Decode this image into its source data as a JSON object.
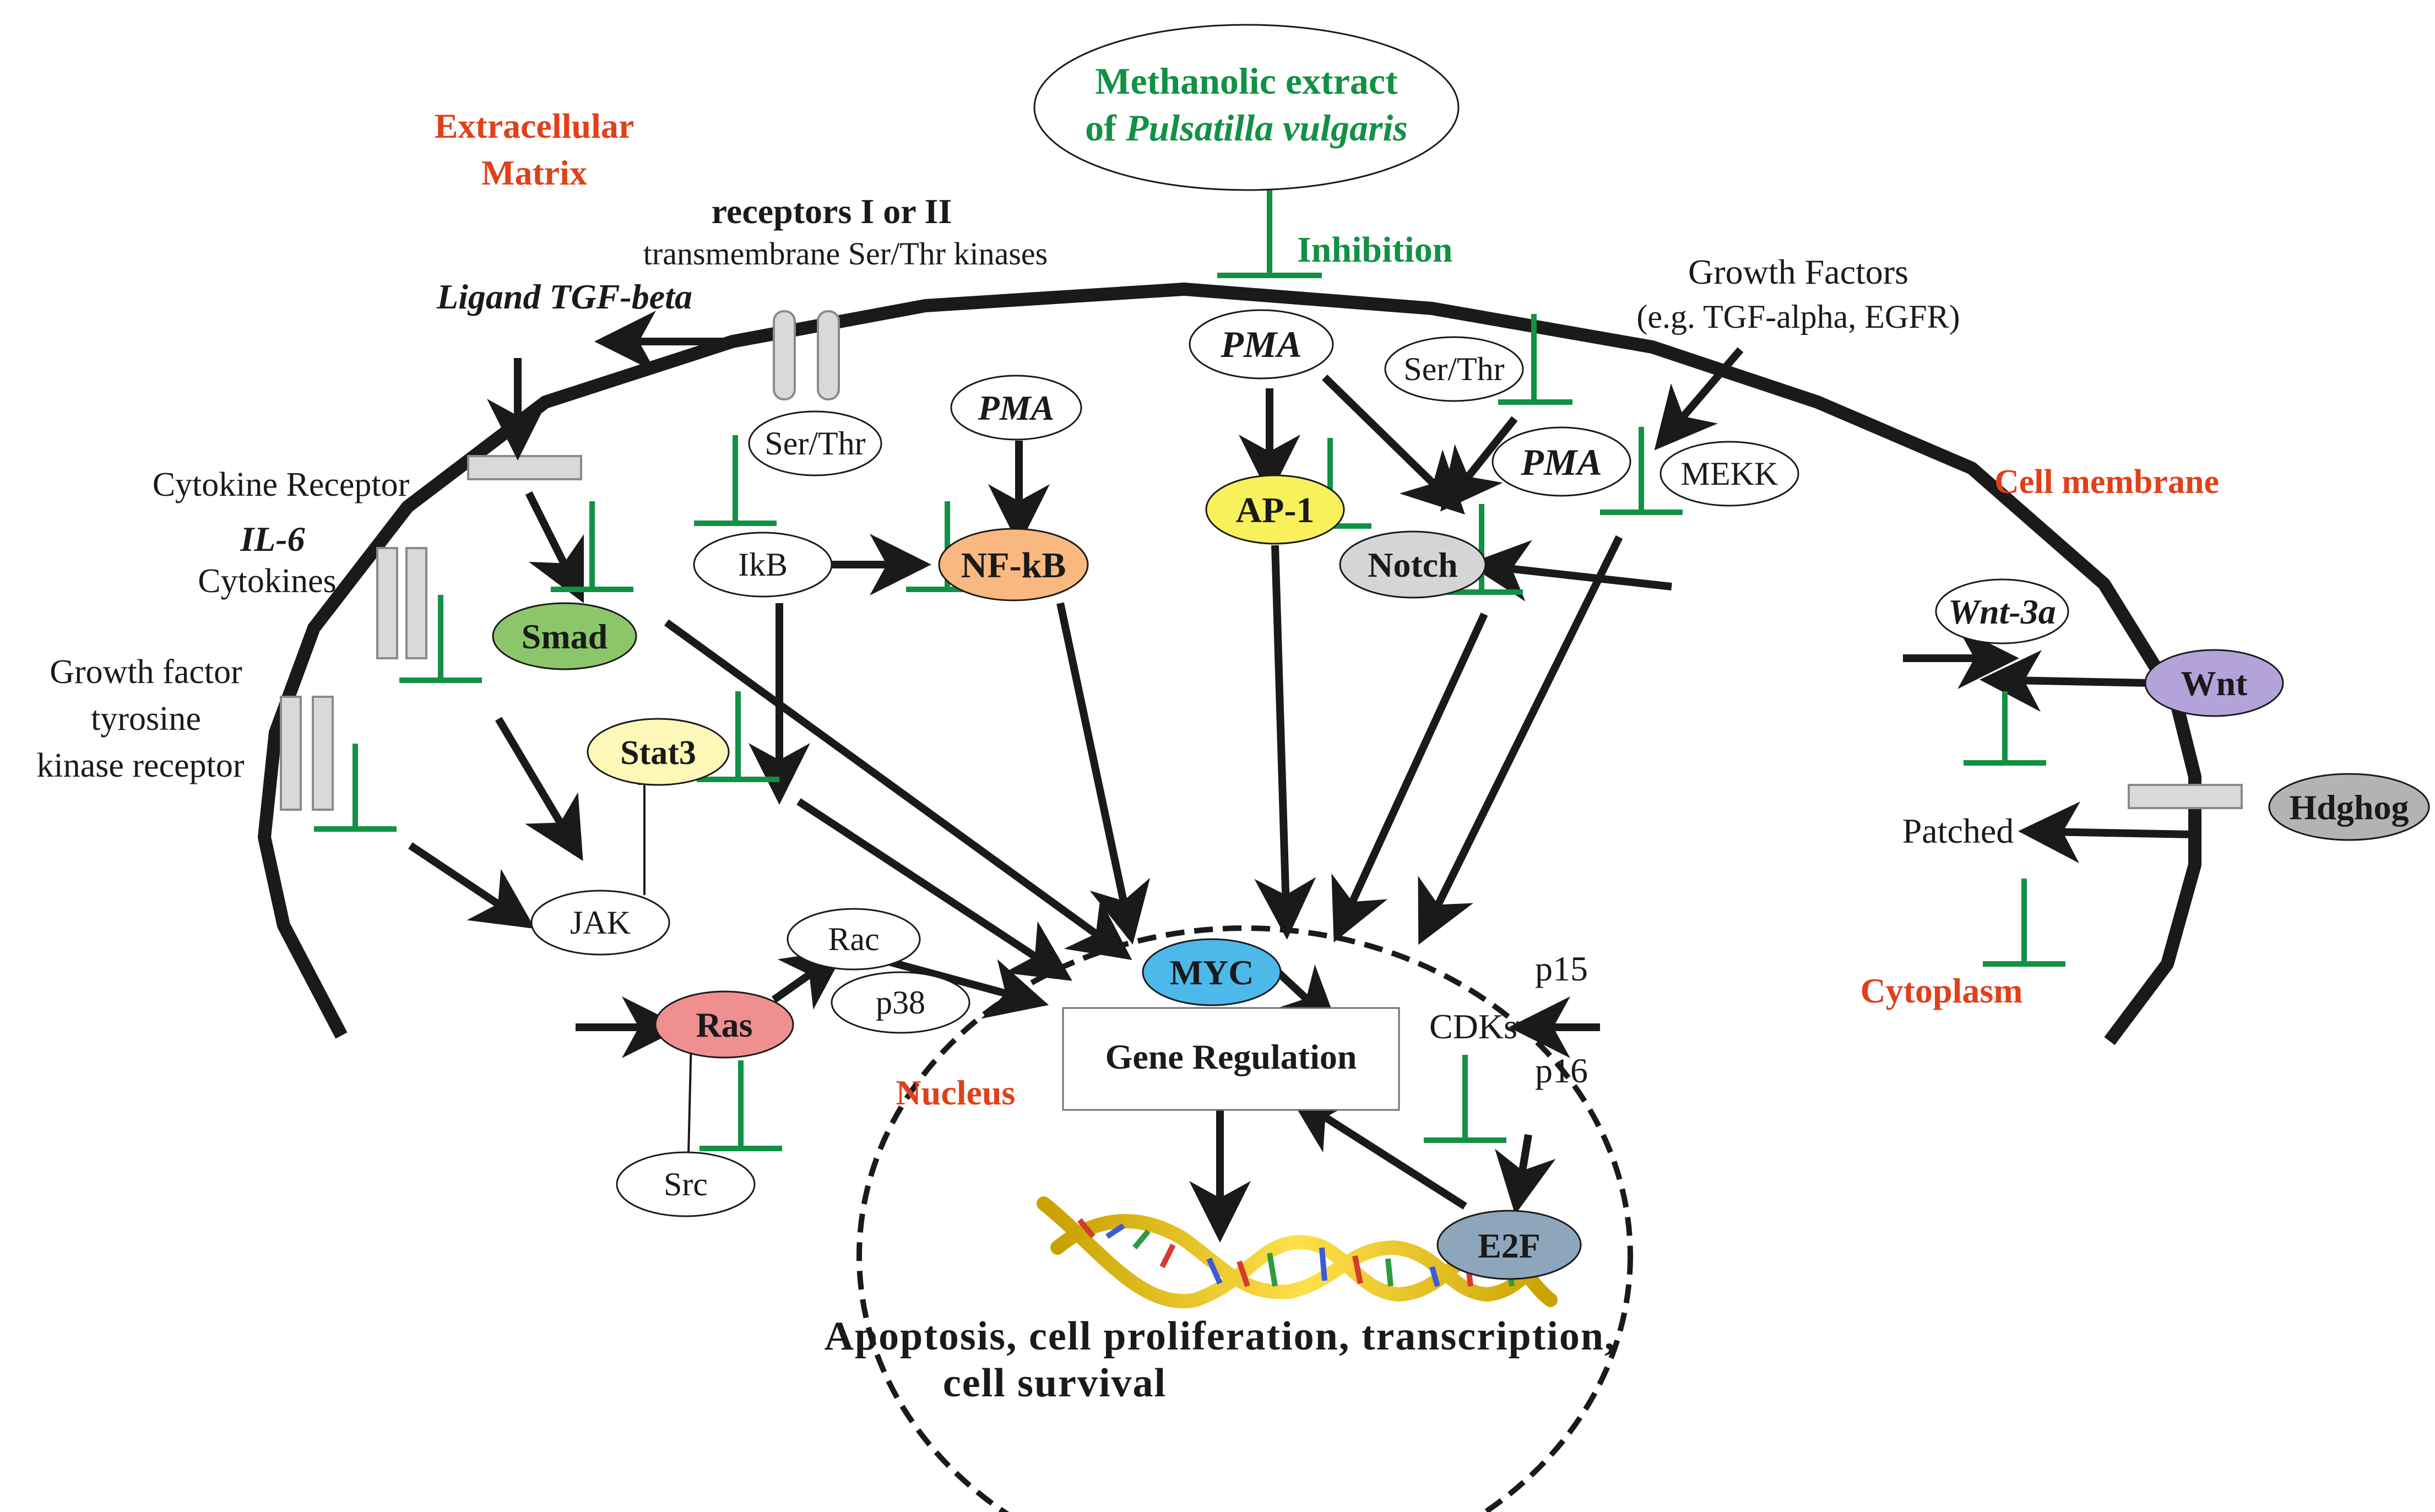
{
  "labels": {
    "extract_line1": "Methanolic extract",
    "extract_line2_prefix": "of ",
    "extract_line2_italic": "Pulsatilla vulgaris",
    "inhibition": "Inhibition",
    "ecm_line1": "Extracellular",
    "ecm_line2": "Matrix",
    "receptors_line1": "receptors I or II",
    "receptors_line2": "transmembrane Ser/Thr kinases",
    "ligand": "Ligand TGF-beta",
    "growth_factors_line1": "Growth Factors",
    "growth_factors_line2": "(e.g. TGF-alpha, EGFR)",
    "cytokine_receptor": "Cytokine Receptor",
    "il6": "IL-6",
    "cytokines": "Cytokines",
    "gf_tk_line1": "Growth factor",
    "gf_tk_line2": "tyrosine",
    "gf_tk_line3": "kinase receptor",
    "cell_membrane": "Cell membrane",
    "cytoplasm": "Cytoplasm",
    "nucleus": "Nucleus",
    "patched": "Patched",
    "p15": "p15",
    "cdks": "CDKs",
    "p16": "p16",
    "gene_regulation": "Gene Regulation",
    "outcome_line1": "Apoptosis, cell proliferation, transcription,",
    "outcome_line2": "cell survival"
  },
  "nodes": {
    "ser_thr_left": "Ser/Thr",
    "ser_thr_right": "Ser/Thr",
    "pma_center": "PMA",
    "pma_top": "PMA",
    "pma_right": "PMA",
    "mekk": "MEKK",
    "ikb": "IkB",
    "nfkb": "NF-kB",
    "ap1": "AP-1",
    "notch": "Notch",
    "smad": "Smad",
    "stat3": "Stat3",
    "jak": "JAK",
    "rac": "Rac",
    "p38": "p38",
    "ras": "Ras",
    "src": "Src",
    "myc": "MYC",
    "e2f": "E2F",
    "wnt3a": "Wnt-3a",
    "wnt": "Wnt",
    "hdghog": "Hdghog"
  },
  "colors": {
    "smad": "#8cc66a",
    "stat3": "#fdf7b8",
    "nfkb": "#f9b880",
    "ap1": "#f8f15c",
    "notch": "#d5d5d5",
    "ras": "#ef8f8f",
    "myc": "#4db8ea",
    "e2f": "#8da6bc",
    "wnt": "#b3a3d9",
    "hdghog": "#b3b3b3",
    "inhibition": "#119144",
    "location_label": "#e0401a"
  }
}
